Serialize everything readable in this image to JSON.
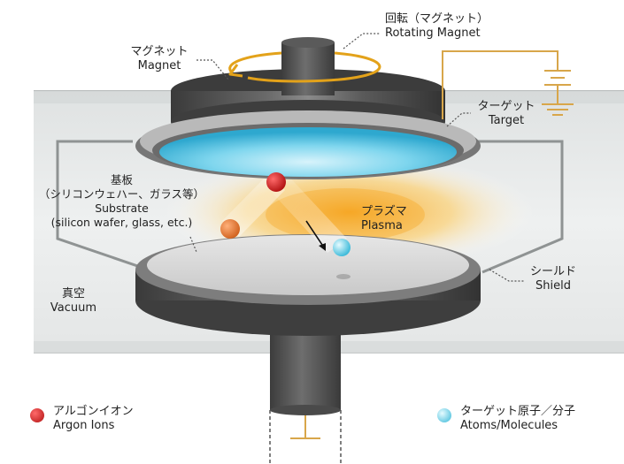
{
  "labels": {
    "rotating_magnet": {
      "ja": "回転（マグネット）",
      "en": "Rotating Magnet"
    },
    "magnet": {
      "ja": "マグネット",
      "en": "Magnet"
    },
    "target": {
      "ja": "ターゲット",
      "en": "Target"
    },
    "substrate": {
      "ja1": "基板",
      "ja2": "（シリコンウェハー、ガラス等）",
      "en1": "Substrate",
      "en2": "(silicon wafer, glass, etc.)"
    },
    "plasma": {
      "ja": "プラズマ",
      "en": "Plasma"
    },
    "shield": {
      "ja": "シールド",
      "en": "Shield"
    },
    "vacuum": {
      "ja": "真空",
      "en": "Vacuum"
    }
  },
  "legend": {
    "argon": {
      "ja": "アルゴンイオン",
      "en": "Argon Ions",
      "color": "#cc1f1f"
    },
    "atoms": {
      "ja": "ターゲット原子／分子",
      "en": "Atoms/Molecules",
      "color": "#4fc6e0"
    }
  },
  "colors": {
    "target_face": "#5cc8e4",
    "circuit": "#d8a64a",
    "plasma": "#f7b733",
    "chamber": "#e7e9e9",
    "metal_dark": "#4a4a4a",
    "particle_orange": "#e8803a"
  }
}
